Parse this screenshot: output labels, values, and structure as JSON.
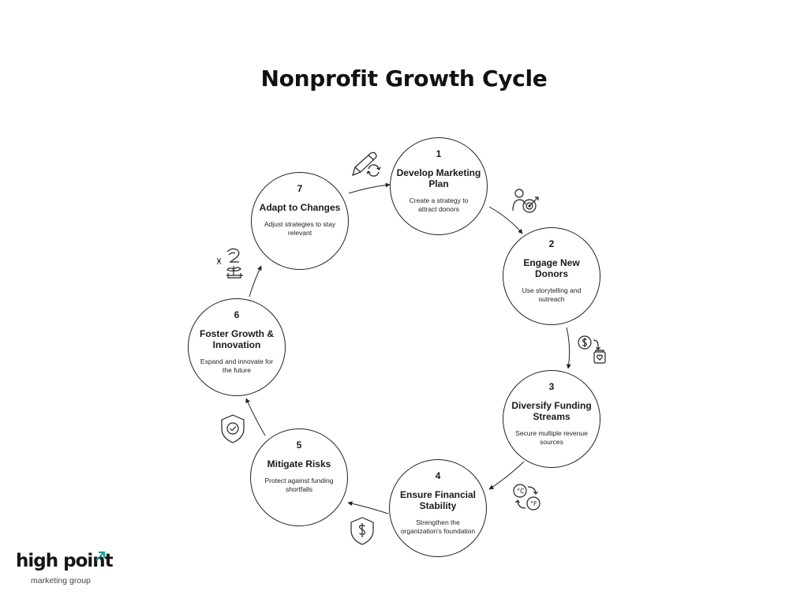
{
  "title": "Nonprofit Growth Cycle",
  "steps": [
    {
      "num": "1",
      "heading": "Develop Marketing Plan",
      "desc": "Create a strategy to attract donors",
      "icon": "target-person-icon"
    },
    {
      "num": "2",
      "heading": "Engage New Donors",
      "desc": "Use storytelling and outreach",
      "icon": "donation-jar-icon"
    },
    {
      "num": "3",
      "heading": "Diversify Funding Streams",
      "desc": "Secure multiple revenue sources",
      "icon": "currency-exchange-icon"
    },
    {
      "num": "4",
      "heading": "Ensure Financial Stability",
      "desc": "Strengthen the organization's foundation",
      "icon": "dollar-shield-icon"
    },
    {
      "num": "5",
      "heading": "Mitigate Risks",
      "desc": "Protect against funding shortfalls",
      "icon": "check-shield-icon"
    },
    {
      "num": "6",
      "heading": "Foster Growth & Innovation",
      "desc": "Expand and innovate for the future",
      "icon": "growth-plant-icon"
    },
    {
      "num": "7",
      "heading": "Adapt to Changes",
      "desc": "Adjust strategies to stay relevant",
      "icon": "pencil-refresh-icon"
    }
  ],
  "logo": {
    "brand": "high point",
    "tagline": "marketing group",
    "accent_color": "#1f9e8f"
  },
  "colors": {
    "stroke": "#222222",
    "text": "#111111",
    "background": "#ffffff"
  }
}
